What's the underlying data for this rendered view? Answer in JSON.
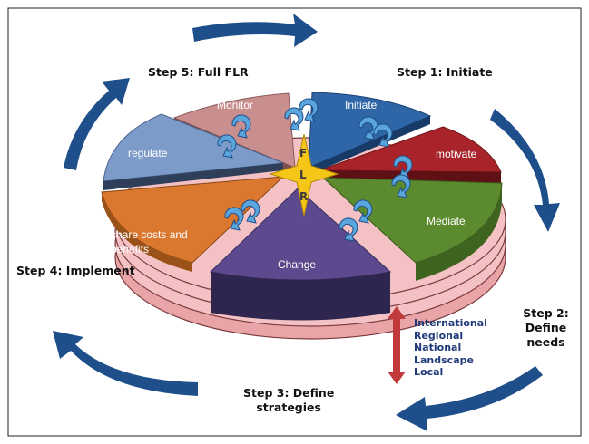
{
  "steps": {
    "step1": "Step 1: Initiate",
    "step2_line1": "Step 2: Define",
    "step2_line2": "needs",
    "step3_line1": "Step 3: Define",
    "step3_line2": "strategies",
    "step4": "Step 4: Implement",
    "step5": "Step 5: Full FLR"
  },
  "segments": {
    "initiate": "Initiate",
    "motivate": "motivate",
    "mediate": "Mediate",
    "change": "Change",
    "share_line1": "share costs and",
    "share_line2": "benefits",
    "regulate": "regulate",
    "monitor": "Monitor"
  },
  "center": {
    "f": "F",
    "l": "L",
    "r": "R"
  },
  "levels": [
    "International",
    "Regional",
    "National",
    "Landscape",
    "Local"
  ],
  "colors": {
    "initiate": "#2e66a8",
    "motivate": "#a8242a",
    "mediate": "#5c8a2e",
    "change": "#5d4a8e",
    "share": "#d9782e",
    "regulate": "#7d9bc9",
    "monitor": "#c98f8e",
    "base": "#f4c2c4",
    "cycle_arrow": "#1f4f8a",
    "star": "#f5c518",
    "level_arrow": "#c0393b"
  }
}
